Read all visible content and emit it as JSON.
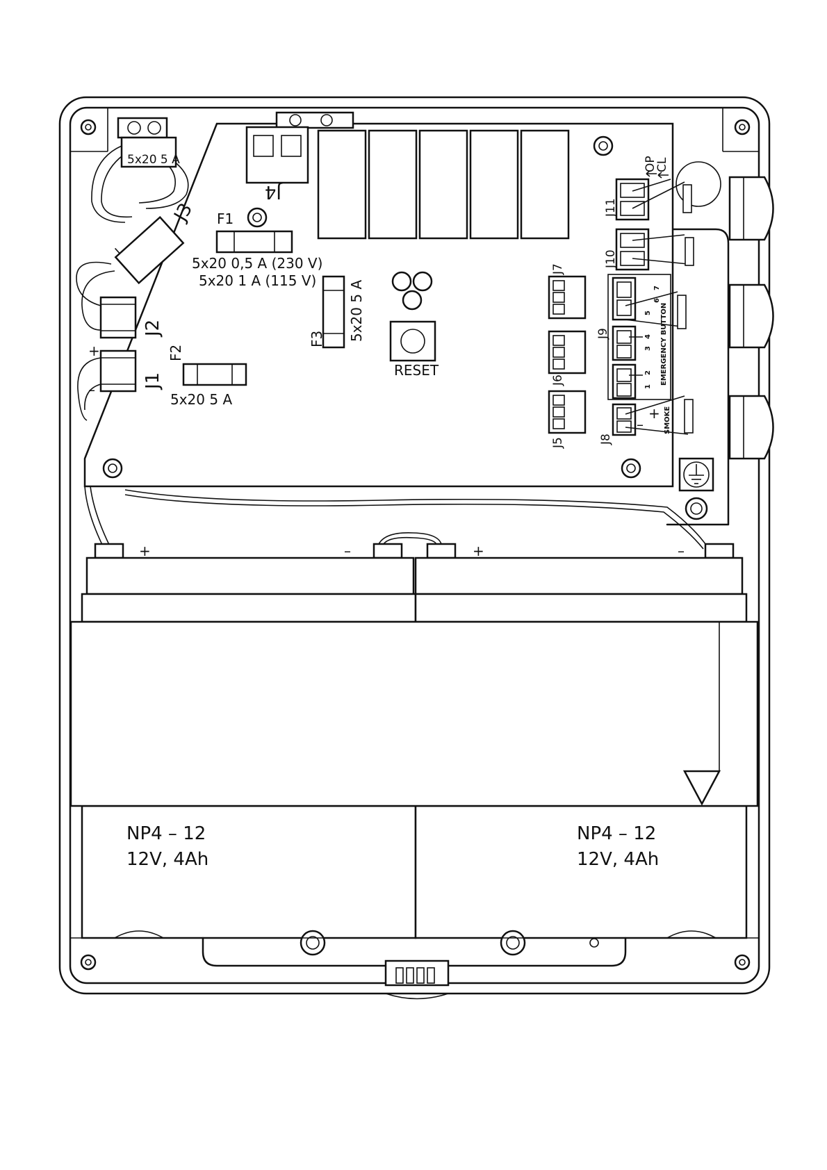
{
  "labels": {
    "J1": "J1",
    "J2": "J2",
    "J3": "J3",
    "J4": "J4",
    "J5": "J5",
    "J6": "J6",
    "J7": "J7",
    "J8": "J8",
    "J9": "J9",
    "J10": "J10",
    "J11": "J11",
    "F1": "F1",
    "F2": "F2",
    "F3": "F3",
    "reset": "RESET",
    "op": "OP",
    "cl": "CL",
    "emergency": "EMERGENCY BUTTON",
    "smoke": "SMOKE",
    "plus": "+",
    "minus": "–",
    "pin1": "1",
    "pin2": "2",
    "pin3": "3",
    "pin4": "4",
    "pin5": "5",
    "pin6": "6",
    "pin7": "7"
  },
  "fuses": {
    "top": "5x20 5 A",
    "f1_line1": "5x20 0,5 A (230 V)",
    "f1_line2": "5x20 1 A (115 V)",
    "f2": "5x20 5 A",
    "f3": "5x20 5 A"
  },
  "batteries": [
    {
      "model": "NP4 – 12",
      "rating": "12V, 4Ah"
    },
    {
      "model": "NP4 – 12",
      "rating": "12V, 4Ah"
    }
  ]
}
